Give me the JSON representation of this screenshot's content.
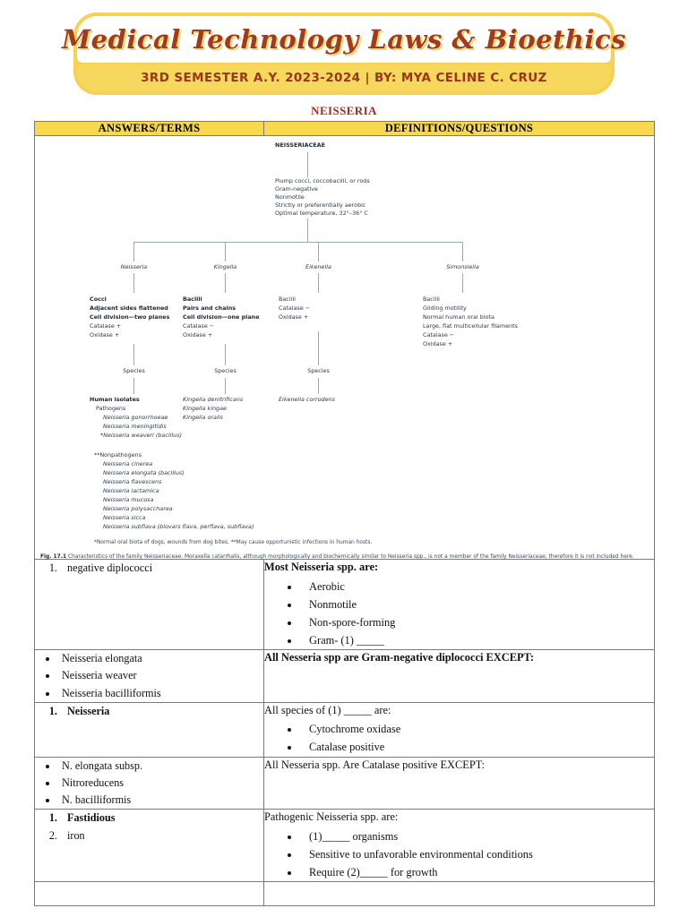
{
  "banner": {
    "title": "Medical Technology Laws & Bioethics",
    "subtitle": "3RD SEMESTER A.Y. 2023-2024 | BY: MYA CELINE C. CRUZ",
    "border_color": "#F7D154",
    "title_color": "#A33A1B",
    "bar_color": "#F7D85E"
  },
  "section": {
    "title": "NEISSERIA",
    "title_color": "#9B2D1F"
  },
  "table": {
    "header_bg": "#F7D84E",
    "columns": [
      "ANSWERS/TERMS",
      "DEFINITIONS/QUESTIONS"
    ]
  },
  "figure": {
    "root": {
      "name": "NEISSERIACEAE",
      "traits": [
        "Plump cocci, coccobacilli, or rods",
        "Gram-negative",
        "Nonmotile",
        "Strictly or preferentially aerobic",
        "Optimal temperature, 32°–36° C"
      ]
    },
    "species_label": "Species",
    "genera": [
      {
        "name": "Neisseria",
        "traits": [
          "Cocci",
          "Adjacent sides flattened",
          "Cell division—two planes",
          "Catalase +",
          "Oxidase +"
        ],
        "species_heading": "Human isolates",
        "subheading": "Pathogens",
        "species": [
          "Neisseria gonorrhoeae",
          "Neisseria meningitidis",
          "*Neisseria weaveri (bacillus)"
        ],
        "nonpath_heading": "**Nonpathogens",
        "nonpathogens": [
          "Neisseria cinerea",
          "Neisseria elongata (bacillus)",
          "Neisseria flavescens",
          "Neisseria lactamica",
          "Neisseria mucosa",
          "Neisseria polysaccharea",
          "Neisseria sicca",
          "Neisseria subflava (biovars flava, perflava, subflava)"
        ]
      },
      {
        "name": "Kingella",
        "traits": [
          "Bacilli",
          "Pairs and chains",
          "Cell division—one plane",
          "Catalase −",
          "Oxidase +"
        ],
        "species": [
          "Kingella denitrificans",
          "Kingella kingae",
          "Kingella oralis"
        ]
      },
      {
        "name": "Eikenella",
        "traits": [
          "Bacilli",
          "Catalase −",
          "Oxidase +"
        ],
        "species": [
          "Eikenella corrodens"
        ]
      },
      {
        "name": "Simonsiella",
        "traits": [
          "Bacilli",
          "Gliding motility",
          "Normal human oral biota",
          "Large, flat multicellular filaments",
          "Catalase −",
          "Oxidase +"
        ],
        "species": []
      }
    ],
    "footnotes": "*Normal oral biota of dogs, wounds from dog bites. **May cause opportunistic infections in human hosts.",
    "caption_label": "Fig. 17.1",
    "caption_text": "Characteristics of the family Neisseriaceae. Moraxella catarrhalis, although morphologically and biochemically similar to Neisseria spp., is not a member of the family Neisseriaceae; therefore it is not included here."
  },
  "rows": [
    {
      "answers_type": "ordered",
      "answers": [
        {
          "text": "negative diplococci",
          "bold": false
        }
      ],
      "question_head": "Most Neisseria spp. are:",
      "question_head_bold": true,
      "question_bullets": [
        "Aerobic",
        "Nonmotile",
        "Non-spore-forming",
        "Gram- (1) _____"
      ]
    },
    {
      "answers_type": "bulleted",
      "answers": [
        {
          "text": "Neisseria elongata"
        },
        {
          "text": "Neisseria weaver"
        },
        {
          "text": "Neisseria bacilliformis"
        }
      ],
      "question_head": "All Nesseria spp are Gram-negative diplococci EXCEPT:",
      "question_head_bold": true,
      "question_bullets": []
    },
    {
      "answers_type": "ordered",
      "answers": [
        {
          "text": "Neisseria",
          "bold": true
        }
      ],
      "question_head": "All species of (1) _____  are:",
      "question_head_bold": false,
      "question_bullets": [
        "Cytochrome oxidase",
        "Catalase positive"
      ]
    },
    {
      "answers_type": "bulleted",
      "answers": [
        {
          "text": "N. elongata subsp."
        },
        {
          "text": "Nitroreducens"
        },
        {
          "text": "N. bacilliformis"
        }
      ],
      "question_head": "All Nesseria spp. Are Catalase positive EXCEPT:",
      "question_head_bold": false,
      "question_bullets": []
    },
    {
      "answers_type": "ordered",
      "answers": [
        {
          "text": "Fastidious",
          "bold": true
        },
        {
          "text": "iron",
          "bold": false
        }
      ],
      "question_head": "Pathogenic Neisseria spp. are:",
      "question_head_bold": false,
      "question_bullets": [
        "(1)_____ organisms",
        "Sensitive to unfavorable environmental conditions",
        "Require (2)_____ for growth"
      ]
    },
    {
      "answers_type": "empty",
      "answers": [],
      "question_head": "",
      "question_bullets": []
    }
  ]
}
